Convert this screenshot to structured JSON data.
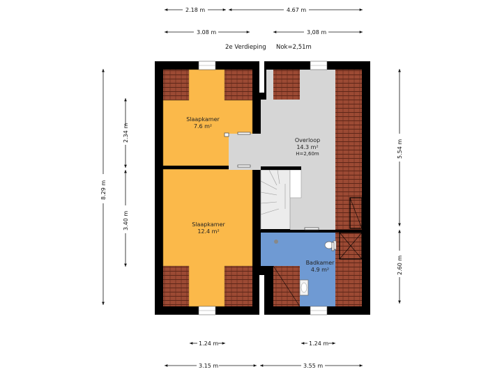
{
  "header": {
    "floor_label": "2e Verdieping",
    "ridge_label": "Nok=2,51m"
  },
  "rooms": {
    "bedroom_small": {
      "name": "Slaapkamer",
      "area": "7.6 m²"
    },
    "bedroom_large": {
      "name": "Slaapkamer",
      "area": "12.4 m²"
    },
    "landing": {
      "name": "Overloop",
      "area": "14.3 m²",
      "height": "H=2,60m"
    },
    "bathroom": {
      "name": "Badkamer",
      "area": "4.9 m²"
    }
  },
  "dimensions": {
    "top_row1_left": "2.18 m",
    "top_row1_right": "4.67 m",
    "top_row2_left": "3.08 m",
    "top_row2_right": "3,08 m",
    "left_outer": "8.29 m",
    "left_inner_top": "2.34 m",
    "left_inner_bottom": "3.40 m",
    "right_top": "5.54 m",
    "right_bottom": "2.60 m",
    "bottom_row1_left": "1.24 m",
    "bottom_row1_right": "1.24 m",
    "bottom_row2_left": "3.15 m",
    "bottom_row2_right": "3.55 m"
  },
  "colors": {
    "wall": "#000000",
    "bedroom": "#fbb94a",
    "landing": "#d6d6d6",
    "bathroom": "#6f9ad3",
    "roof_tiles": "#9c4a34",
    "stairs": "#ececec"
  }
}
